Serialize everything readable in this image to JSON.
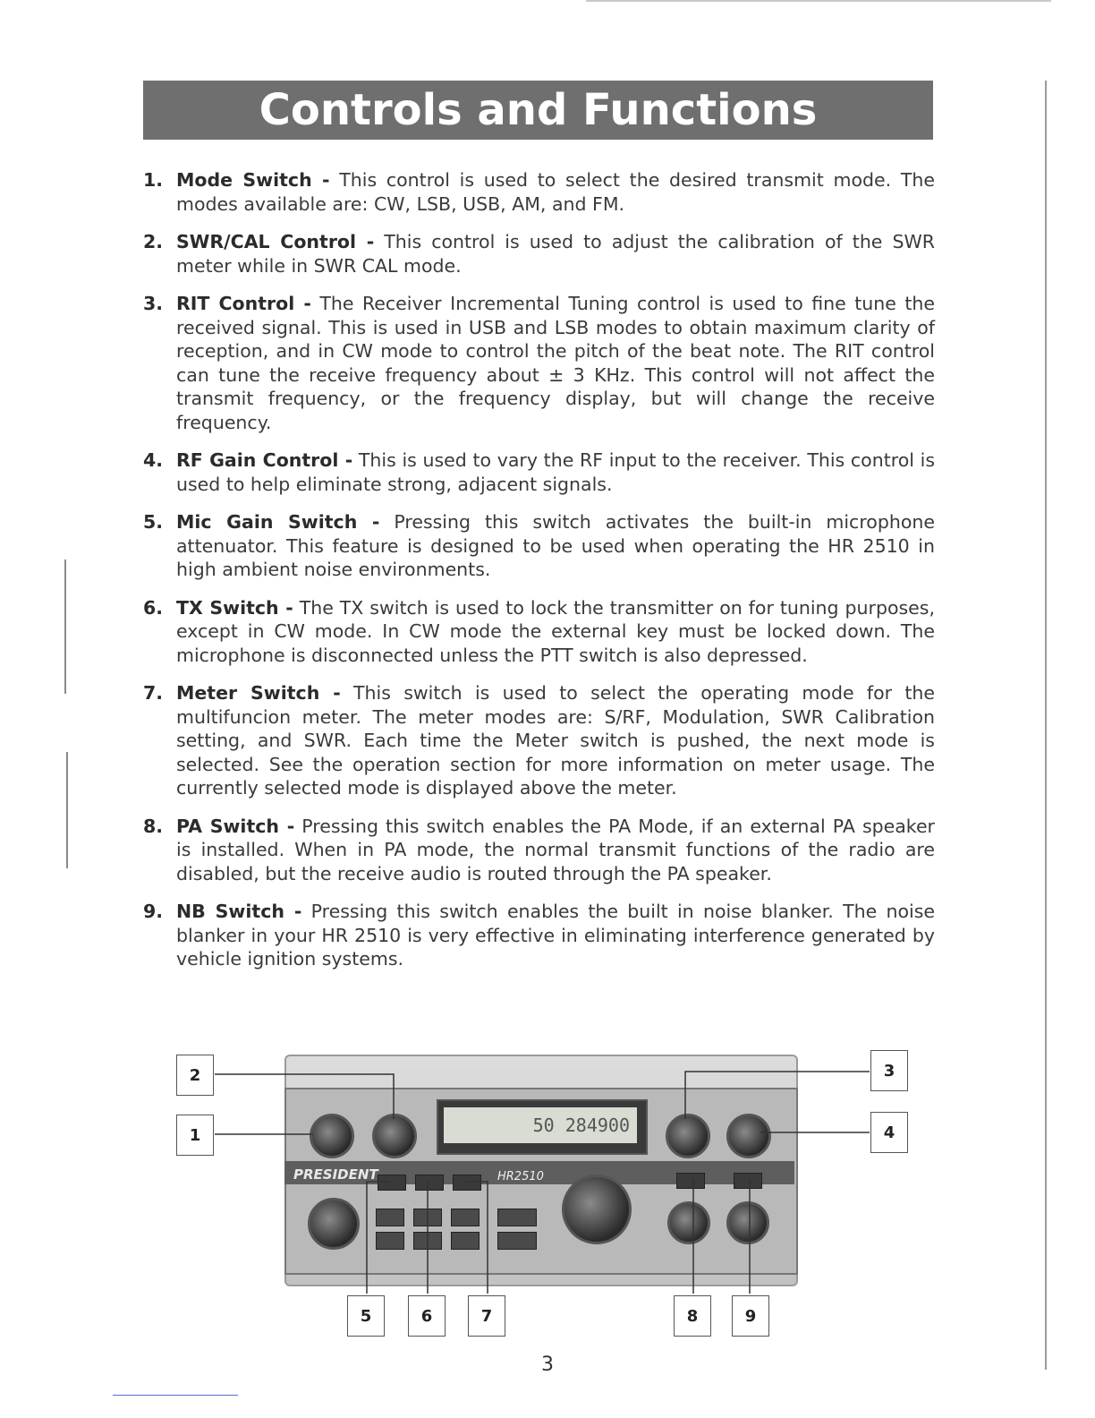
{
  "title": "Controls and Functions",
  "items": [
    {
      "num": "1.",
      "term": "Mode Switch -",
      "desc": " This control is used to select the desired transmit mode. The modes available are: CW, LSB, USB, AM, and FM."
    },
    {
      "num": "2.",
      "term": "SWR/CAL Control -",
      "desc": " This control is used to adjust the calibration of the SWR meter while in SWR CAL mode."
    },
    {
      "num": "3.",
      "term": "RIT Control -",
      "desc": " The Receiver Incremental Tuning control is used to fine tune the received signal. This is used in USB and LSB modes to obtain maximum clarity of reception, and in CW mode to control the pitch of the beat note. The RIT control can tune the receive frequency about ± 3 KHz. This control will not affect the transmit frequency, or the frequency display, but will change the receive frequency."
    },
    {
      "num": "4.",
      "term": "RF Gain Control -",
      "desc": " This is used to vary the RF input to the receiver. This control is used to help eliminate strong, adjacent signals."
    },
    {
      "num": "5.",
      "term": "Mic Gain Switch -",
      "desc": " Pressing this switch activates the built-in microphone attenuator. This feature is designed to be used when operating the HR 2510 in high ambient noise environments."
    },
    {
      "num": "6.",
      "term": "TX Switch -",
      "desc": " The TX switch is used to lock the transmitter on for tuning purposes, except in CW mode. In CW mode the external key must be locked down. The microphone is disconnected unless the PTT switch is also depressed."
    },
    {
      "num": "7.",
      "term": "Meter Switch -",
      "desc": " This switch is used to select the operating mode for the multifuncion meter. The meter modes are: S/RF, Modulation, SWR Calibration setting, and SWR. Each time the Meter switch is pushed, the next mode is selected. See the operation section for more information on meter usage. The currently selected mode is displayed above the meter."
    },
    {
      "num": "8.",
      "term": "PA Switch -",
      "desc": " Pressing this switch enables the PA Mode, if an external PA speaker is installed. When in PA mode, the normal transmit functions of the radio are disabled, but the receive audio is routed through the PA speaker."
    },
    {
      "num": "9.",
      "term": "NB Switch -",
      "desc": " Pressing this switch enables the built in noise blanker. The noise blanker in your HR 2510 is very effective in eliminating interference generated by vehicle ignition systems."
    }
  ],
  "figure": {
    "callouts": [
      "1",
      "2",
      "3",
      "4",
      "5",
      "6",
      "7",
      "8",
      "9"
    ],
    "display_text": "50 284900",
    "brand": "PRESIDENT",
    "model": "HR2510"
  },
  "page_number": "3"
}
